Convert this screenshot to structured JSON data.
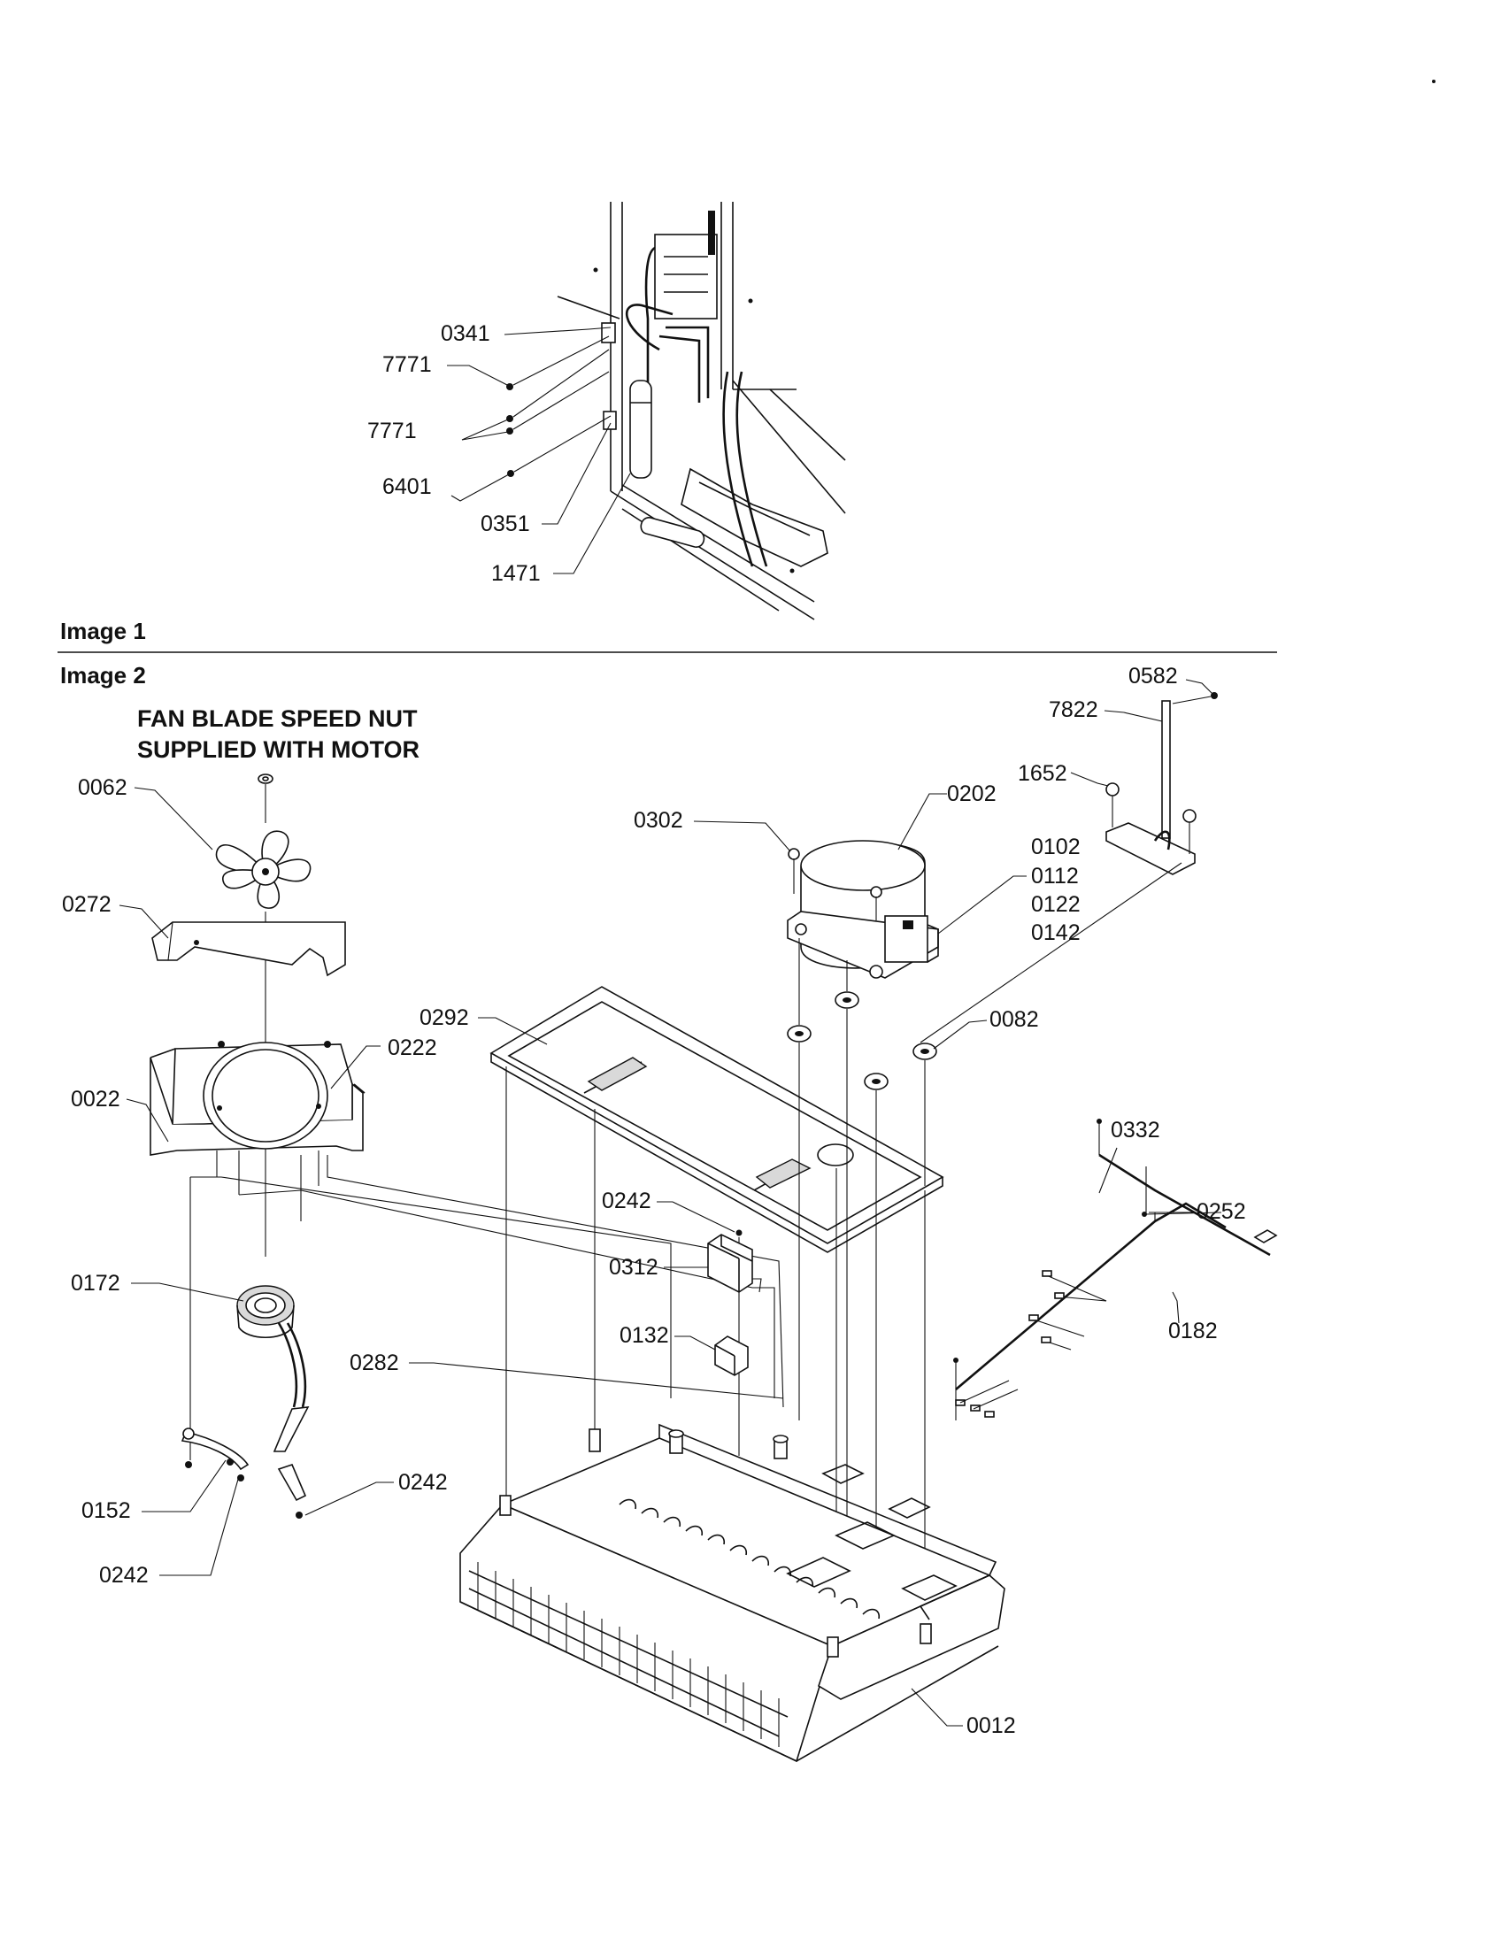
{
  "sections": {
    "image1_label": "Image 1",
    "image2_label": "Image 2"
  },
  "note": {
    "line1": "FAN BLADE SPEED NUT",
    "line2": "SUPPLIED WITH MOTOR"
  },
  "callouts": {
    "c0341": "0341",
    "c7771a": "7771",
    "c7771b": "7771",
    "c6401": "6401",
    "c0351": "0351",
    "c1471": "1471",
    "c0582": "0582",
    "c7822": "7822",
    "c1652": "1652",
    "c0062": "0062",
    "c0302": "0302",
    "c0202": "0202",
    "c0102": "0102",
    "c0112": "0112",
    "c0122": "0122",
    "c0142": "0142",
    "c0272": "0272",
    "c0292": "0292",
    "c0082": "0082",
    "c0222": "0222",
    "c0022": "0022",
    "c0332": "0332",
    "c0242a": "0242",
    "c0252": "0252",
    "c0312": "0312",
    "c0172": "0172",
    "c0132": "0132",
    "c0182": "0182",
    "c0282": "0282",
    "c0242b": "0242",
    "c0152": "0152",
    "c0242c": "0242",
    "c0012": "0012"
  }
}
